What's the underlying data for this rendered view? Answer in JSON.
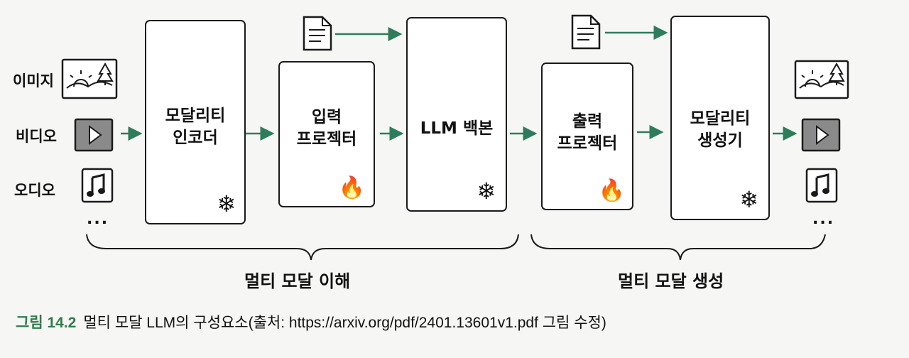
{
  "inputs": {
    "image": "이미지",
    "video": "비디오",
    "audio": "오디오",
    "more": "..."
  },
  "outputs": {
    "more": "..."
  },
  "boxes": {
    "encoder": "모달리티\n인코더",
    "input_projector": "입력\n프로젝터",
    "backbone": "LLM 백본",
    "output_projector": "출력\n프로젝터",
    "generator": "모달리티\n생성기"
  },
  "groups": {
    "understanding": "멀티 모달 이해",
    "generation": "멀티 모달 생성"
  },
  "caption": {
    "number": "그림 14.2",
    "text": "멀티 모달 LLM의 구성요소(출처: https://arxiv.org/pdf/2401.13601v1.pdf 그림 수정)"
  },
  "colors": {
    "arrow": "#2e7d5a",
    "caption_number": "#2e7d4a",
    "frozen": "#111111",
    "trainable": "#222222"
  },
  "icons": {
    "frozen": "snowflake-icon",
    "trainable": "flame-icon",
    "text_input": "document-icon",
    "image": "landscape-image-icon",
    "video": "play-icon",
    "audio": "music-note-icon"
  }
}
